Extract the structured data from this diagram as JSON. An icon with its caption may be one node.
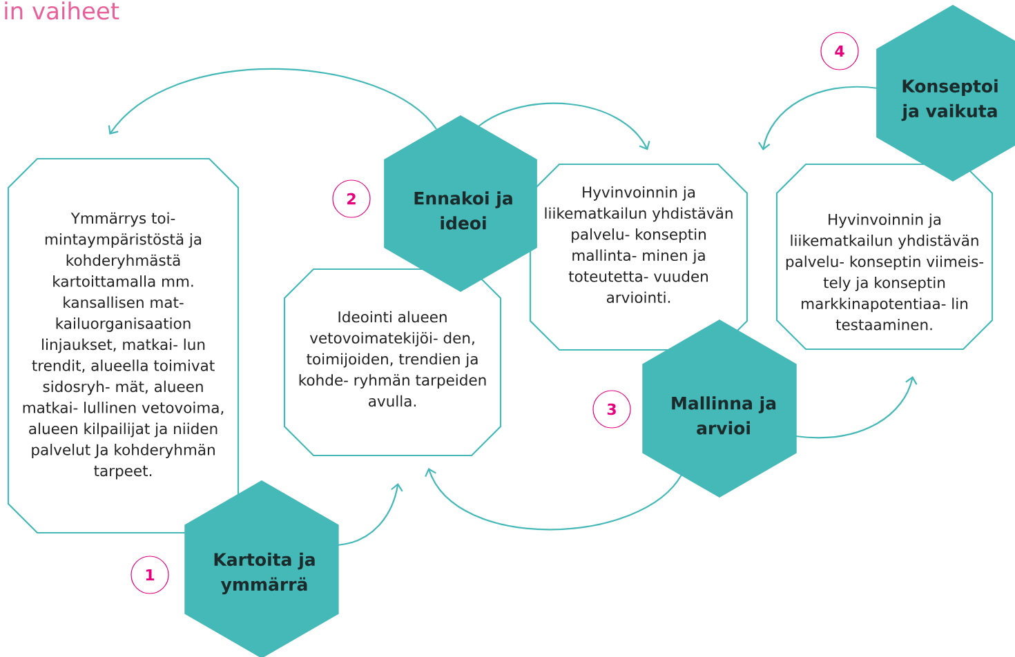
{
  "diagram": {
    "title": "in vaiheet",
    "nodes": [
      {
        "text": [
          "Ymmärrys toi- mintaympäristöstä ja kohderyhmästä kartoittamalla mm. kansallisen mat- kailuorganisaation linjaukset, matkai- lun trendit, alueella toimivat sidosryh- mät, alueen matkai- lullinen vetovoima, alueen kilpailijat ja niiden palvelut Ja kohderyhmän tarpeet."
        ]
      },
      {
        "text": [
          "Kartoita ja ymmärrä"
        ]
      },
      {
        "text": [
          "1"
        ]
      },
      {
        "text": [
          "Ideointi alueen vetovoimatekijöi- den, toimijoiden, trendien ja kohde- ryhmän tarpeiden avulla."
        ]
      },
      {
        "text": [
          "Ennakoi ja ideoi"
        ]
      },
      {
        "text": [
          "2"
        ]
      },
      {
        "text": [
          "Hyvinvoinnin ja liikematkailun yhdistävän palvelu- konseptin mallinta- minen ja toteutetta- vuuden arviointi."
        ]
      },
      {
        "text": [
          "Mallinna ja arvioi"
        ]
      },
      {
        "text": [
          "3"
        ]
      },
      {
        "text": [
          "Hyvinvoinnin ja liikematkailun yhdistävän palvelu- konseptin viimeis- tely ja konseptin markkinapotentiaa- lin testaaminen."
        ]
      },
      {
        "text": [
          "Konseptoi ja vaikuta"
        ]
      },
      {
        "text": [
          "4"
        ]
      }
    ],
    "edges": [
      {
        "from": 1,
        "to": 3,
        "arrow": "to"
      },
      {
        "from": 4,
        "to": 0,
        "arrow": "to"
      },
      {
        "from": 4,
        "to": 6,
        "arrow": "to"
      },
      {
        "from": 7,
        "to": 3,
        "arrow": "to"
      },
      {
        "from": 7,
        "to": 9,
        "arrow": "to"
      },
      {
        "from": 10,
        "to": 9,
        "arrow": "to"
      }
    ]
  }
}
